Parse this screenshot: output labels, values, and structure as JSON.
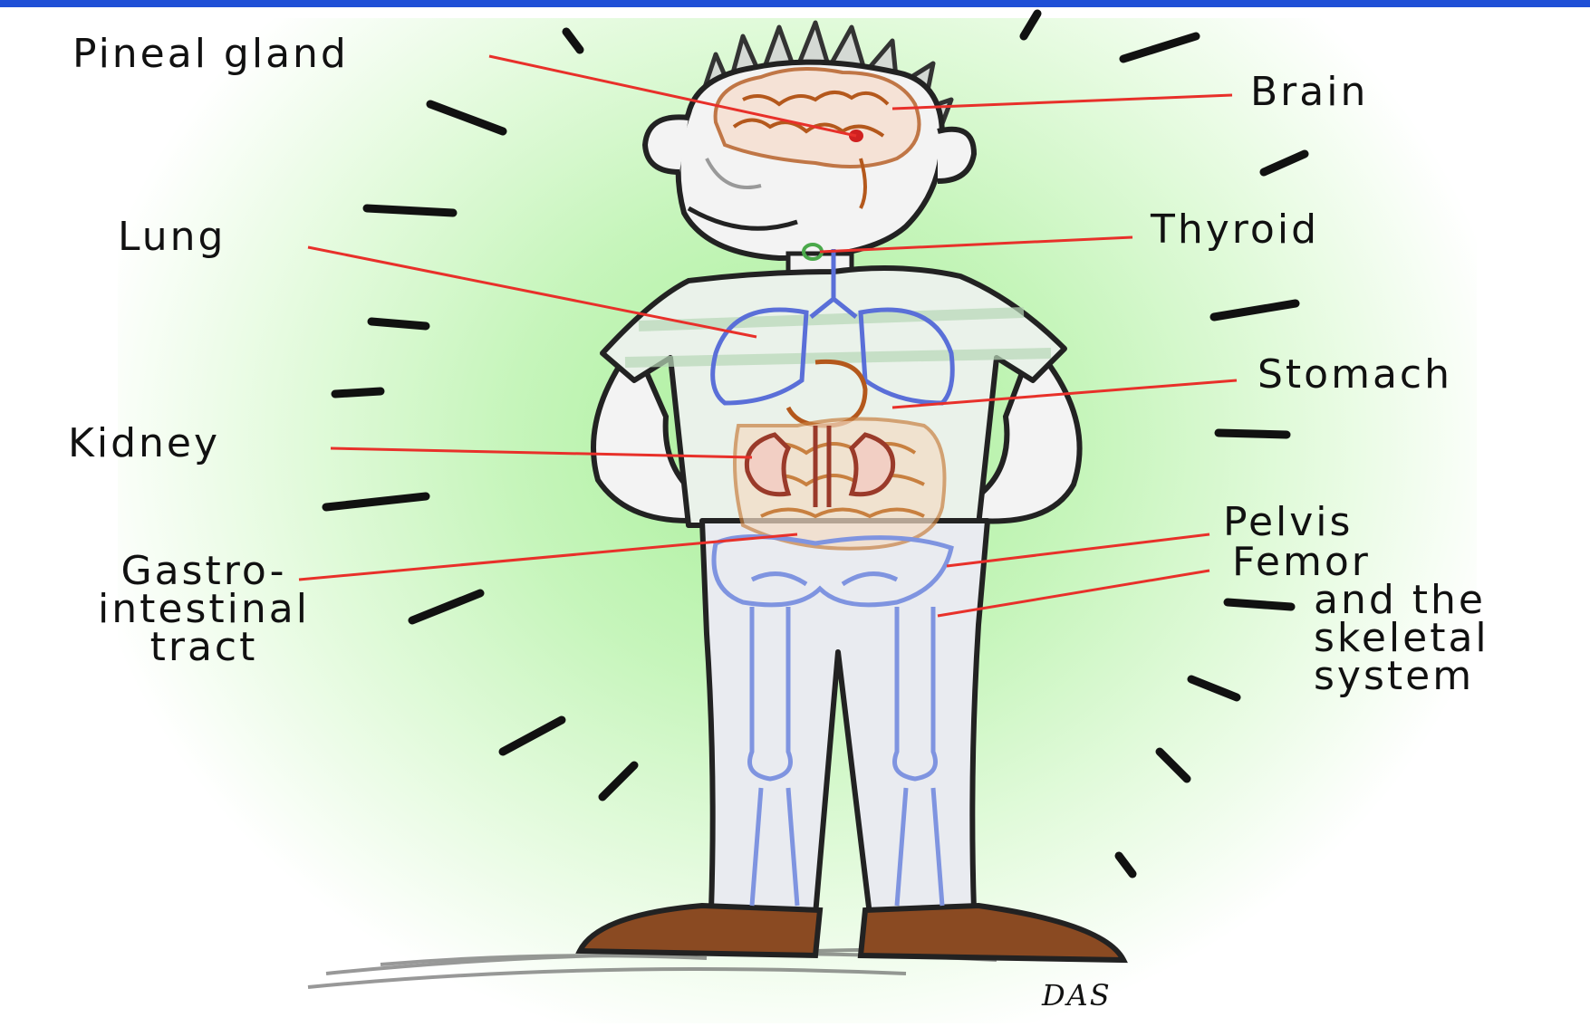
{
  "labels": {
    "pineal_gland": "Pineal gland",
    "brain": "Brain",
    "lung": "Lung",
    "thyroid": "Thyroid",
    "stomach": "Stomach",
    "kidney": "Kidney",
    "pelvis": "Pelvis",
    "gastrointestinal": [
      "Gastro-",
      "intestinal",
      "tract"
    ],
    "femur": [
      "Femor",
      "and the",
      "skeletal",
      "system"
    ]
  },
  "signature": "DAS",
  "colors": {
    "leader_line": "#e8302a",
    "organ_outline": "#b4581c",
    "skeleton": "#7f94e0",
    "lung": "#5a6fd8",
    "shoes": "#8a4a22",
    "top_bar": "#1f4fd6",
    "background_glow": "#a9ef9a"
  }
}
